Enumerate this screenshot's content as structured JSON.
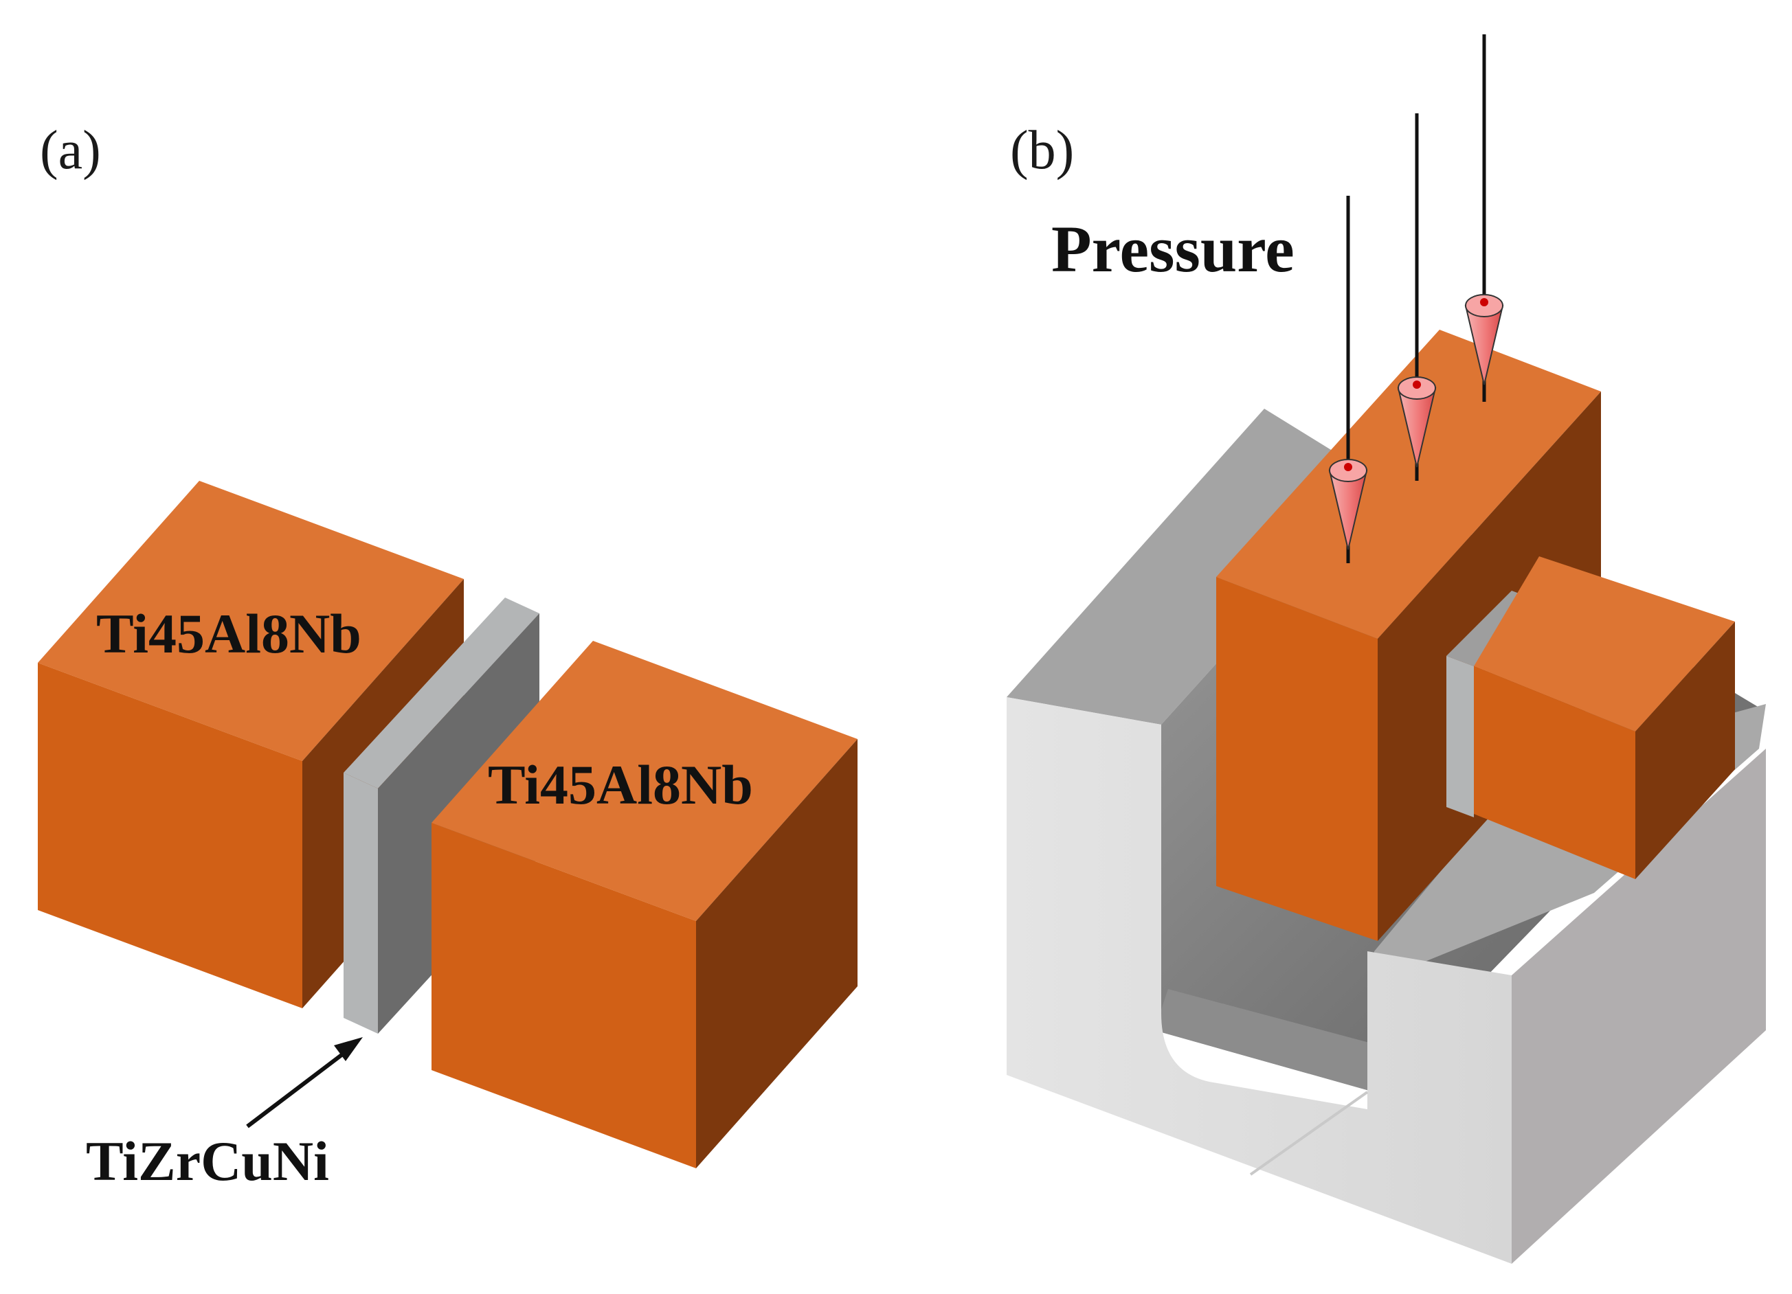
{
  "figure": {
    "panel_a": {
      "label": "(a)",
      "block_left_label": "Ti45Al8Nb",
      "block_right_label": "Ti45Al8Nb",
      "interlayer_label": "TiZrCuNi"
    },
    "panel_b": {
      "label": "(b)",
      "pressure_label": "Pressure"
    }
  },
  "colors": {
    "block_top": "#DD7533",
    "block_front": "#D16016",
    "block_side": "#7D380D",
    "interlayer_light": "#B3B5B6",
    "interlayer_dark": "#6B6B6B",
    "fixture_light": "#DEDEDE",
    "fixture_mid": "#A9A9A9",
    "fixture_dark": "#6E6E6E",
    "arrow_tip": "#F58F8F"
  }
}
